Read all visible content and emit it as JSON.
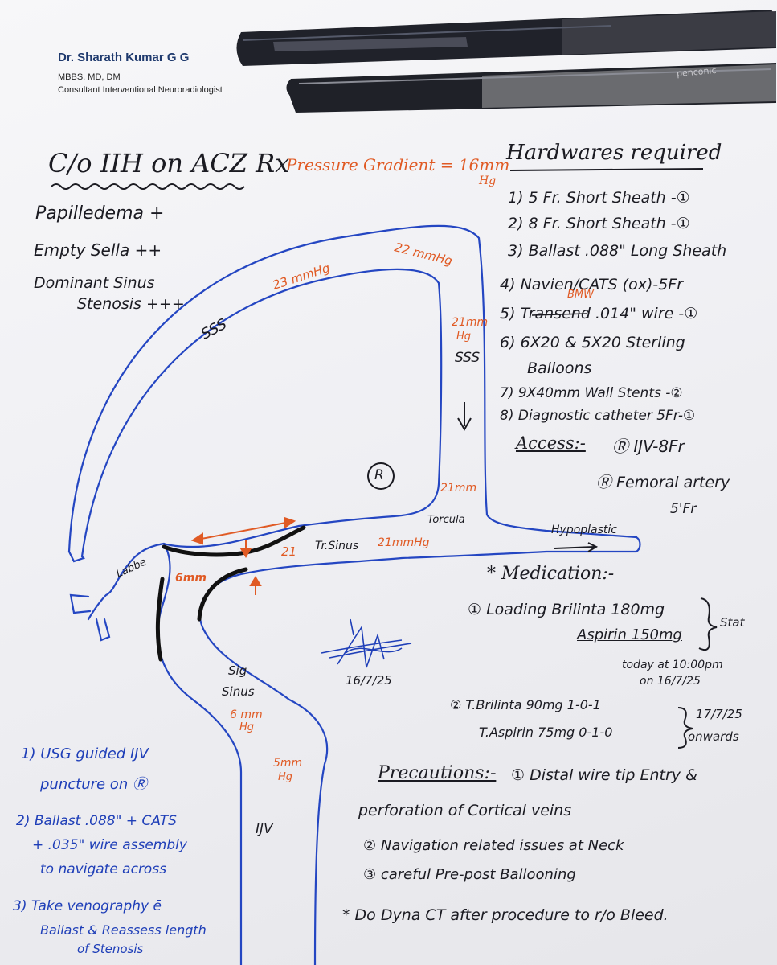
{
  "letterhead": {
    "name": "Dr. Sharath Kumar G G",
    "degrees": "MBBS, MD, DM",
    "title": "Consultant Interventional Neuroradiologist"
  },
  "pens": {
    "brand": "penconic"
  },
  "case": {
    "heading": "C/o IIH on ACZ Rx",
    "pressure_gradient": "Pressure Gradient = 16mm",
    "pressure_unit": "Hg",
    "findings": [
      "Papilledema +",
      "Empty Sella ++",
      "Dominant Sinus",
      "Stenosis +++"
    ]
  },
  "diagram": {
    "labels": {
      "sss_left": "SSS",
      "sss_right": "SSS",
      "r_mark": "R",
      "torcula": "Torcula",
      "hypoplastic": "Hypoplastic",
      "tr_sinus": "Tr.Sinus",
      "labbe": "Labbe",
      "sig": "Sig",
      "sinus": "Sinus",
      "ijv": "IJV"
    },
    "pressures": {
      "p23": "23 mmHg",
      "p22": "22 mmHg",
      "p21a": "21mm",
      "p21a_u": "Hg",
      "p21b": "21mm",
      "p21c": "21mmHg",
      "p21d": "21",
      "p6a": "6mm",
      "p6b": "6 mm",
      "p6b_u": "Hg",
      "p5": "5mm",
      "p5_u": "Hg"
    }
  },
  "hardware": {
    "heading": "Hardwares required",
    "items": [
      {
        "num": "1)",
        "text": "5 Fr. Short Sheath -①"
      },
      {
        "num": "2)",
        "text": "8 Fr. Short Sheath -①"
      },
      {
        "num": "3)",
        "text": "Ballast .088\" Long Sheath"
      },
      {
        "num": "4)",
        "text": "Navien/CATS (ox)-5Fr"
      },
      {
        "num": "5)",
        "text": "Transend .014\" wire -①"
      },
      {
        "num": "6)",
        "text": "6X20 & 5X20 Sterling"
      },
      {
        "num": "",
        "text": "Balloons"
      },
      {
        "num": "7)",
        "text": "9X40mm Wall Stents -②"
      },
      {
        "num": "8)",
        "text": "Diagnostic catheter 5Fr-①"
      }
    ],
    "bmw": "BMW"
  },
  "access": {
    "heading": "Access:-",
    "items": [
      "Ⓡ IJV-8Fr",
      "Ⓡ Femoral artery",
      "5'Fr"
    ]
  },
  "medication": {
    "heading": "* Medication:-",
    "loading": [
      "① Loading Brilinta 180mg",
      "Aspirin 150mg"
    ],
    "stat": "Stat",
    "time": [
      "today at 10:00pm",
      "on 16/7/25"
    ],
    "maint": [
      "② T.Brilinta 90mg 1-0-1",
      "T.Aspirin 75mg 0-1-0"
    ],
    "from": [
      "17/7/25",
      "onwards"
    ]
  },
  "signature": {
    "date": "16/7/25"
  },
  "steps": [
    "1) USG guided IJV",
    "puncture on Ⓡ",
    "2) Ballast .088\" + CATS",
    "+ .035\" wire assembly",
    "to navigate across",
    "3) Take venography ē",
    "Ballast & Reassess length",
    "of Stenosis"
  ],
  "precautions": {
    "heading": "Precautions:-",
    "items": [
      "① Distal wire tip Entry &",
      "perforation of Cortical veins",
      "② Navigation related issues at Neck",
      "③ careful Pre-post Ballooning"
    ],
    "note": "* Do Dyna CT after procedure to r/o Bleed."
  },
  "colors": {
    "ink": "#1b1b22",
    "red": "#e05a24",
    "blue": "#1f3fb8"
  }
}
